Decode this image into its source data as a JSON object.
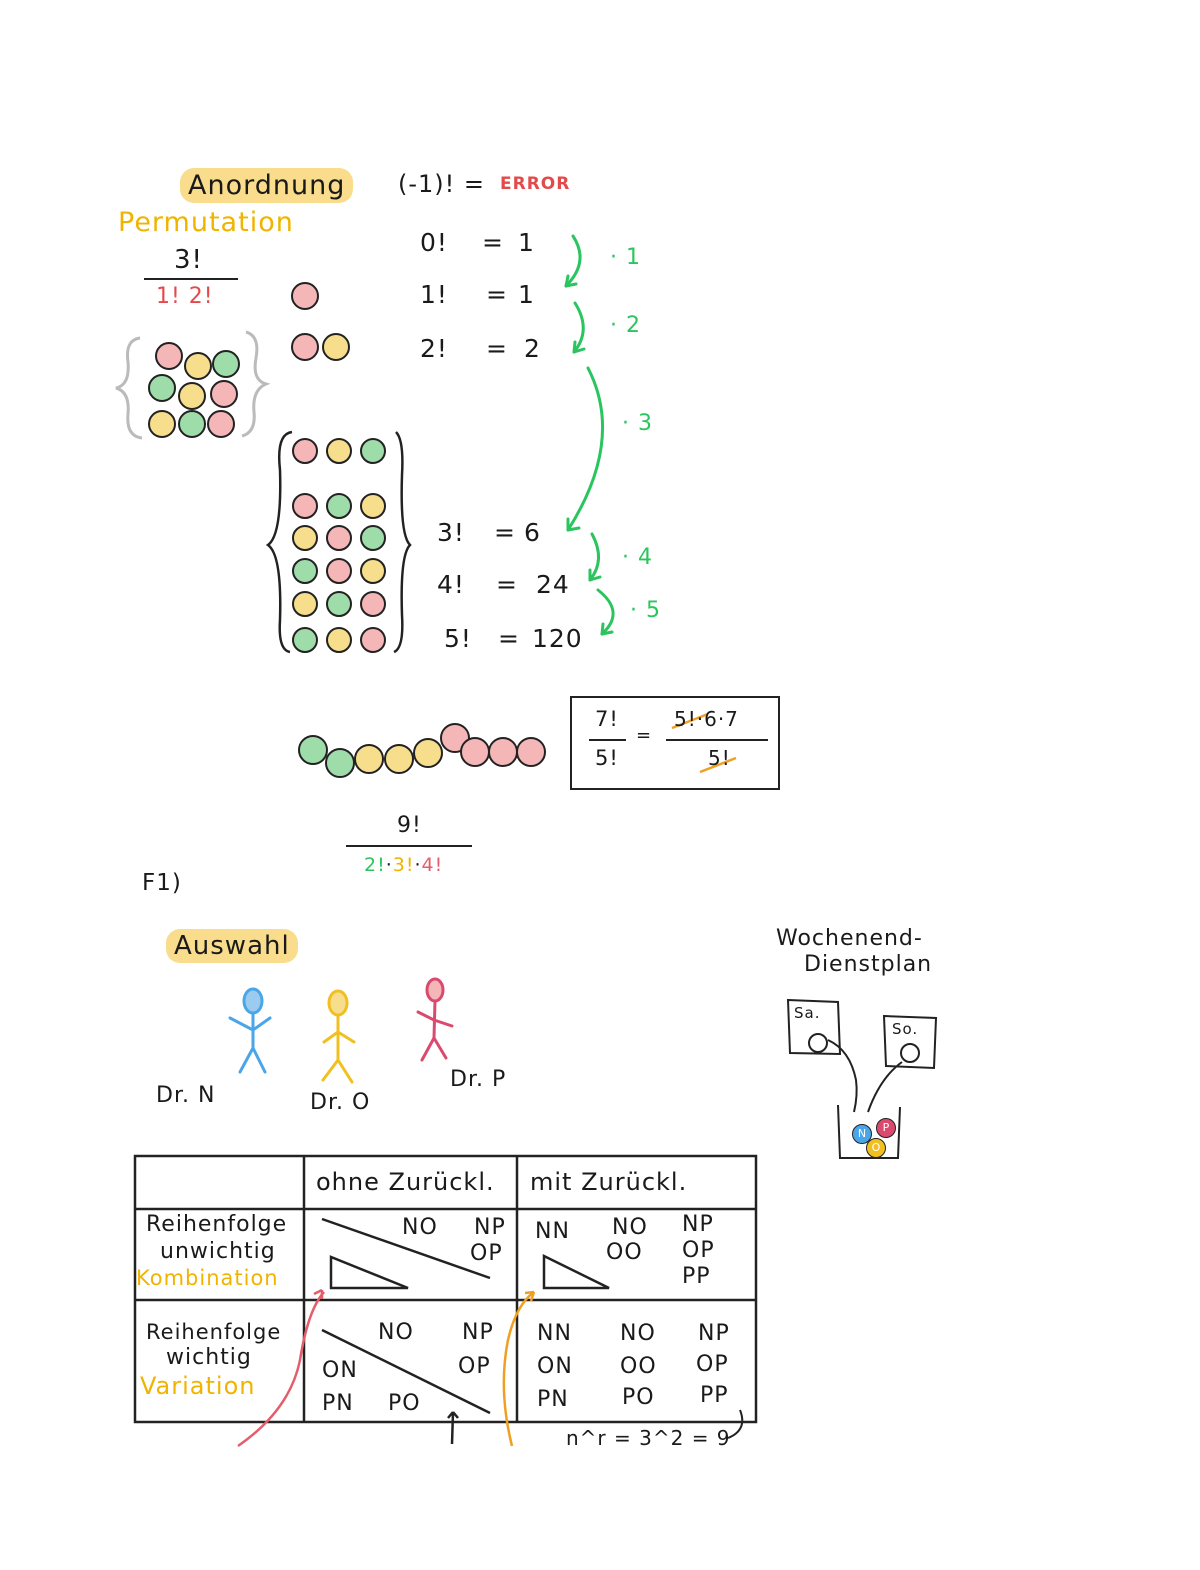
{
  "anordnung": {
    "title": "Anordnung",
    "subtitle": "Permutation",
    "frac_num": "3!",
    "frac_den": "1! 2!"
  },
  "factorials": {
    "error_lhs": "(-1)! =",
    "error_rhs": "ERROR",
    "rows": [
      {
        "lhs": "0!",
        "eq": "=",
        "rhs": "1"
      },
      {
        "lhs": "1!",
        "eq": "=",
        "rhs": "1"
      },
      {
        "lhs": "2!",
        "eq": "=",
        "rhs": "2"
      },
      {
        "lhs": "3!",
        "eq": "=",
        "rhs": "6"
      },
      {
        "lhs": "4!",
        "eq": "=",
        "rhs": "24"
      },
      {
        "lhs": "5!",
        "eq": "=",
        "rhs": "120"
      }
    ],
    "multipliers": [
      "· 1",
      "· 2",
      "· 3",
      "· 4",
      "· 5"
    ]
  },
  "fraction_box": {
    "left_num": "7!",
    "left_den": "5!",
    "eq": "=",
    "right_num": "5!·6·7",
    "right_den": "5!"
  },
  "nine_fraction": {
    "num": "9!",
    "den_parts": [
      "2!",
      "·",
      "3!",
      "·",
      "4!"
    ]
  },
  "exercise_label": "F1)",
  "auswahl": {
    "title": "Auswahl",
    "doctors": [
      "Dr. N",
      "Dr. O",
      "Dr. P"
    ]
  },
  "dienstplan": {
    "title_line1": "Wochenend-",
    "title_line2": "Dienstplan",
    "sa": "Sa.",
    "so": "So.",
    "urn_balls": [
      "N",
      "P",
      "O"
    ]
  },
  "table": {
    "col_headers": [
      "ohne Zurückl.",
      "mit Zurückl."
    ],
    "rows": [
      {
        "label_line1": "Reihenfolge",
        "label_line2": "unwichtig",
        "label_name": "Kombination",
        "ohne": [
          "NO",
          "NP",
          "OP"
        ],
        "mit": [
          "NN",
          "NO",
          "NP",
          "OO",
          "OP",
          "PP"
        ]
      },
      {
        "label_line1": "Reihenfolge",
        "label_line2": "wichtig",
        "label_name": "Variation",
        "ohne": [
          "NO",
          "NP",
          "ON",
          "OP",
          "PN",
          "PO"
        ],
        "mit": [
          "NN",
          "NO",
          "NP",
          "ON",
          "OO",
          "OP",
          "PN",
          "PO",
          "PP"
        ]
      }
    ],
    "formula": "n^r = 3^2 = 9"
  },
  "colors": {
    "pink": "#f4b6b6",
    "yellow": "#f6de8d",
    "green": "#9edcaa",
    "arrow_green": "#2bc55f",
    "highlight": "#f9dd8c",
    "blue_figure": "#4aa6e8",
    "yellow_figure": "#f0c020",
    "pink_figure": "#d94a6e"
  }
}
